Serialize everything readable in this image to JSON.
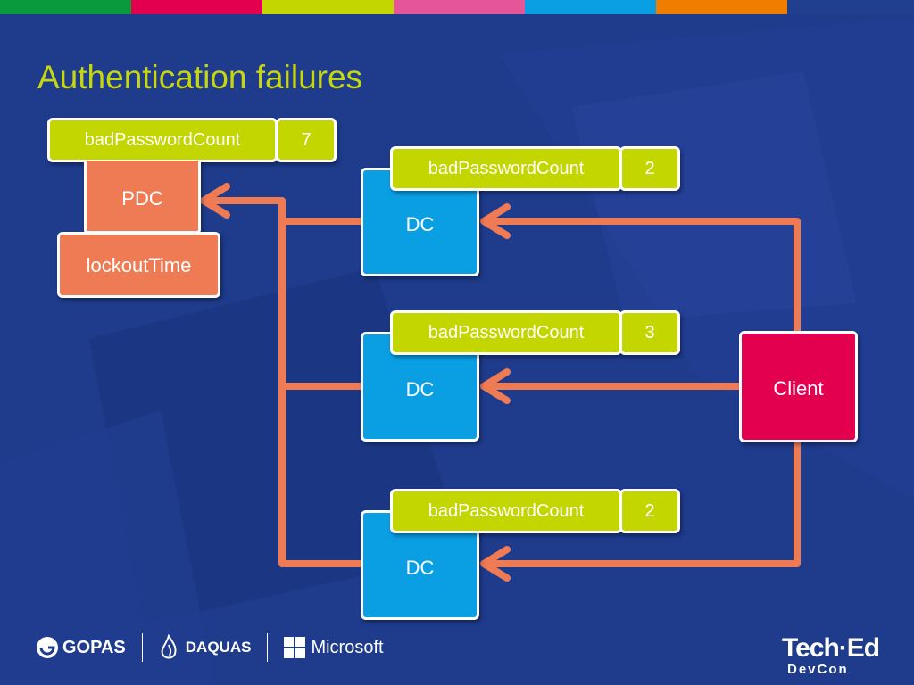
{
  "colors": {
    "stripes": [
      "#0a9a3e",
      "#e3004f",
      "#c4d600",
      "#e5559a",
      "#0a9ee3",
      "#ef7d00",
      "#203f8f"
    ],
    "title": "#c6d610",
    "pdc": "#ef7b55",
    "dc": "#0a9ee3",
    "client": "#e3004f",
    "tag": "#c4d600",
    "arrow": "#ef7b55"
  },
  "slide": {
    "title": "Authentication failures"
  },
  "pdc": {
    "label": "PDC",
    "attribute_label": "badPasswordCount",
    "attribute_value": "7",
    "lockout_label": "lockoutTime"
  },
  "dcs": [
    {
      "label": "DC",
      "attribute_label": "badPasswordCount",
      "attribute_value": "2"
    },
    {
      "label": "DC",
      "attribute_label": "badPasswordCount",
      "attribute_value": "3"
    },
    {
      "label": "DC",
      "attribute_label": "badPasswordCount",
      "attribute_value": "2"
    }
  ],
  "client": {
    "label": "Client"
  },
  "footer": {
    "logos": [
      "GOPAS",
      "DAQUAS",
      "Microsoft"
    ],
    "event_name": "Tech·Ed",
    "event_sub": "DevCon"
  }
}
